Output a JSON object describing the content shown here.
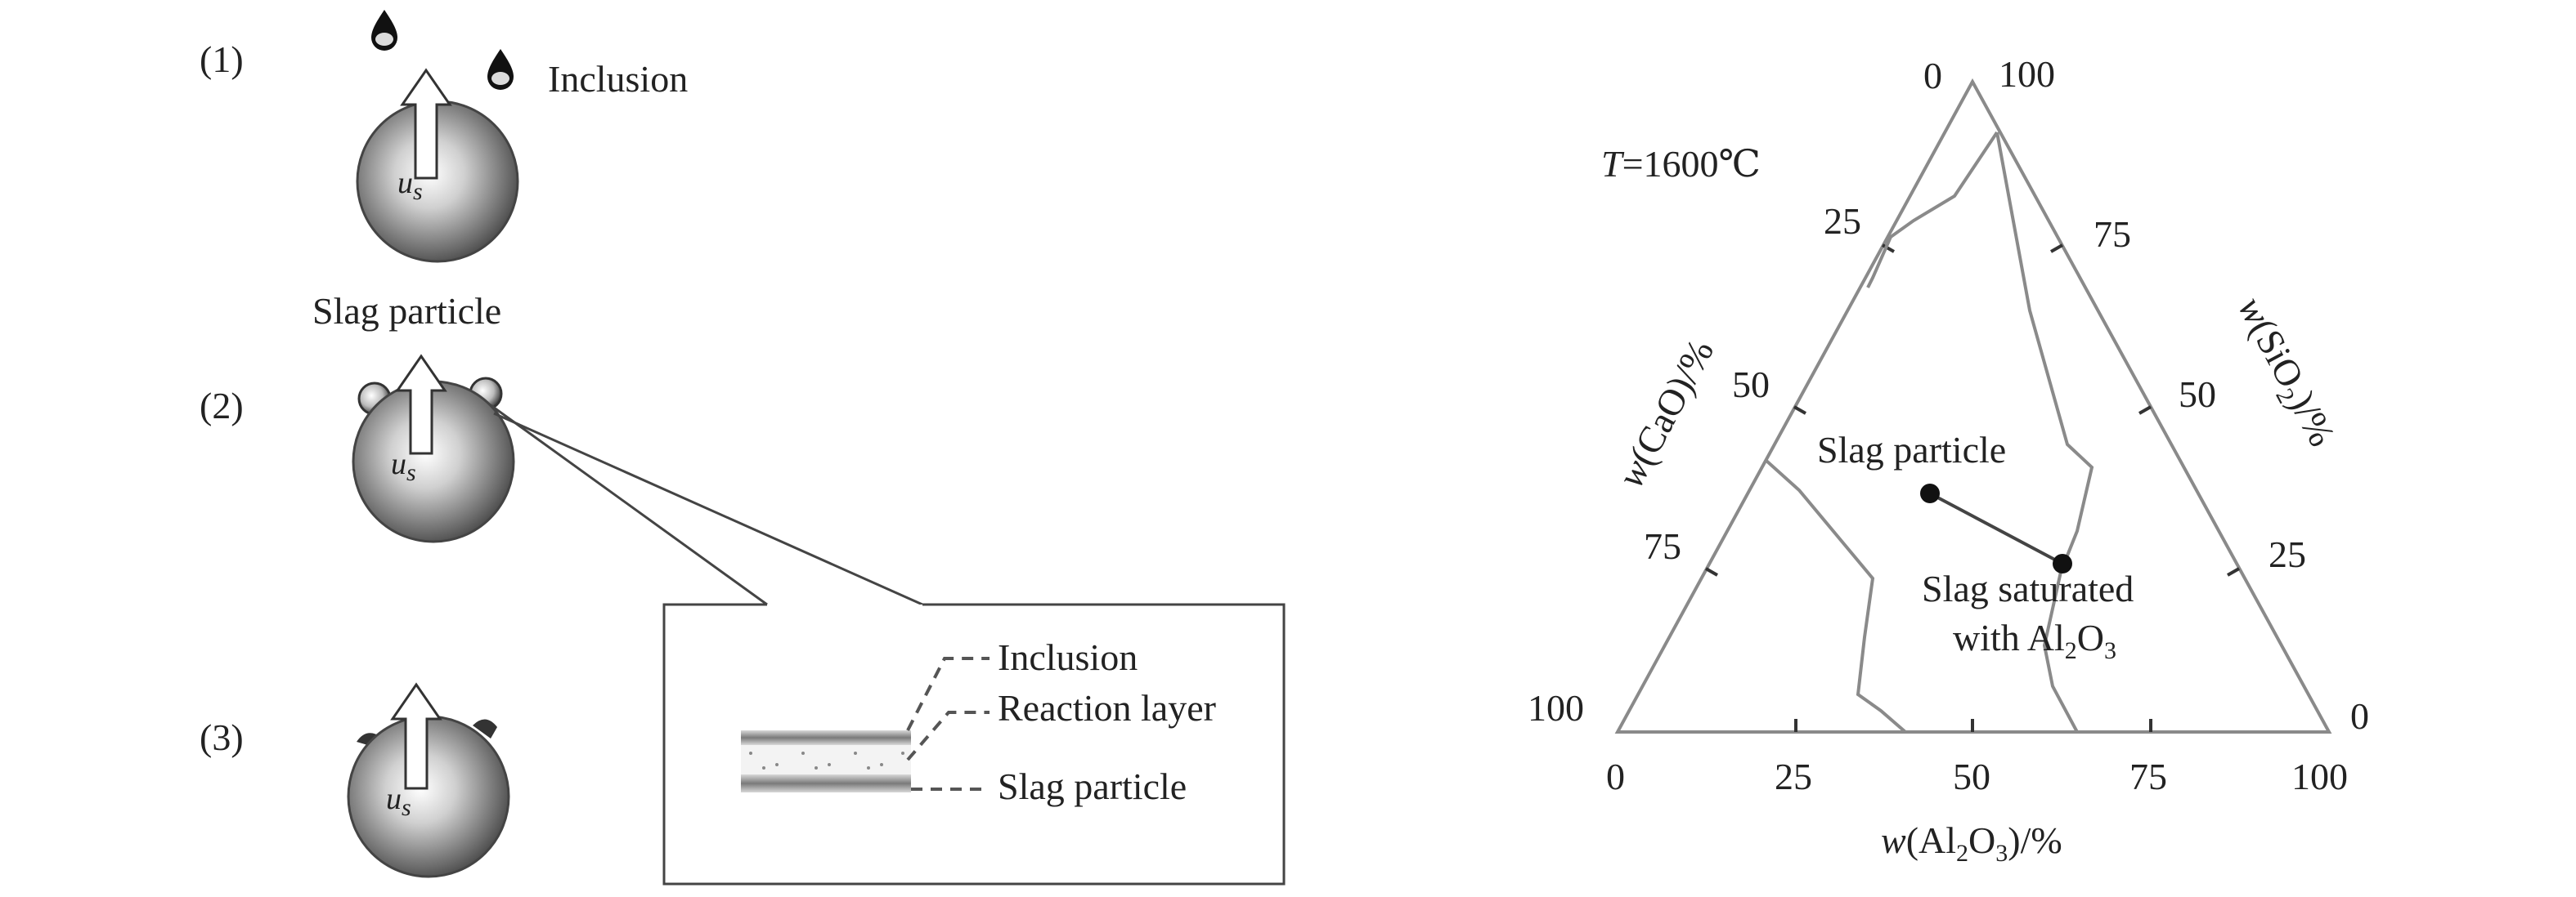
{
  "left": {
    "steps": [
      "(1)",
      "(2)",
      "(3)"
    ],
    "inclusion_label": "Inclusion",
    "slag_particle_label": "Slag particle",
    "velocity_symbol": "u",
    "velocity_subscript": "s",
    "inset": {
      "inclusion": "Inclusion",
      "reaction_layer": "Reaction layer",
      "slag_particle": "Slag particle"
    }
  },
  "right": {
    "temperature_italic": "T",
    "temperature_value": "=1600℃",
    "cao_axis": {
      "w": "w",
      "text": "(CaO)/%"
    },
    "sio2_axis": {
      "w": "w",
      "pre": "(SiO",
      "sub": "2",
      "post": ")/%"
    },
    "al2o3_axis": {
      "w": "w",
      "pre": "(Al",
      "sub1": "2",
      "mid": "O",
      "sub2": "3",
      "post": ")/%"
    },
    "top_ticks": [
      "0",
      "100"
    ],
    "cao_ticks": [
      "25",
      "50",
      "75",
      "100"
    ],
    "sio2_ticks": [
      "75",
      "50",
      "25",
      "0"
    ],
    "al2o3_ticks": [
      "0",
      "25",
      "50",
      "75",
      "100"
    ],
    "slag_particle_label": "Slag particle",
    "saturated_line1": "Slag saturated",
    "saturated_line2_pre": "with Al",
    "saturated_line2_sub1": "2",
    "saturated_line2_mid": "O",
    "saturated_line2_sub2": "3"
  }
}
